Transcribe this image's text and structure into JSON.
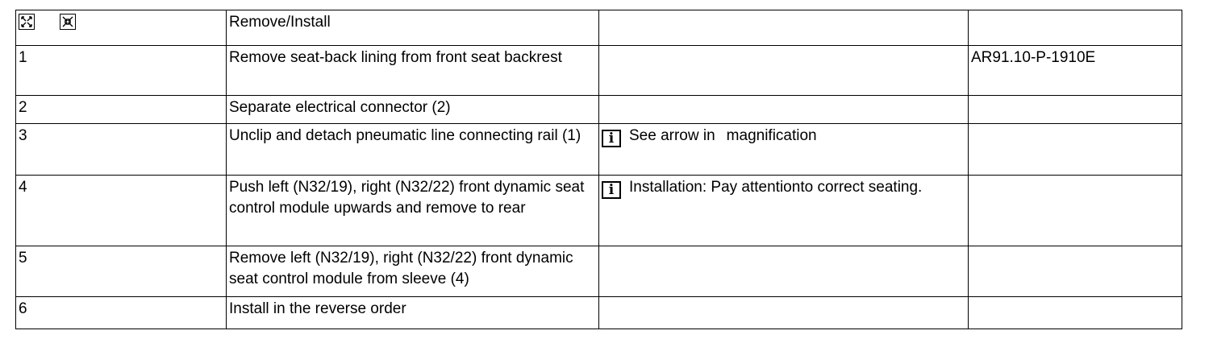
{
  "header": {
    "expand_icon": "expand-arrows-icon",
    "collapse_icon": "collapse-arrows-icon",
    "title": "Remove/Install"
  },
  "info_icon_glyph": "i",
  "steps": [
    {
      "number": "1",
      "description": "Remove seat-back lining from front seat backrest",
      "reference": "AR91.10-P-1910E"
    },
    {
      "number": "2",
      "description": "Separate electrical connector (2)"
    },
    {
      "number": "3",
      "description": "Unclip and detach pneumatic line connecting rail (1)",
      "note_text": "See arrow in",
      "note_text_2": "magnification"
    },
    {
      "number": "4",
      "description": "Push left (N32/19), right (N32/22) front dynamic seat control module upwards and remove to rear",
      "note_label": "Installation:",
      "note_text": "Pay attentionto correct seating."
    },
    {
      "number": "5",
      "description": "Remove left (N32/19), right (N32/22) front dynamic seat control module from sleeve (4)"
    },
    {
      "number": "6",
      "description": "Install in the reverse order"
    }
  ]
}
